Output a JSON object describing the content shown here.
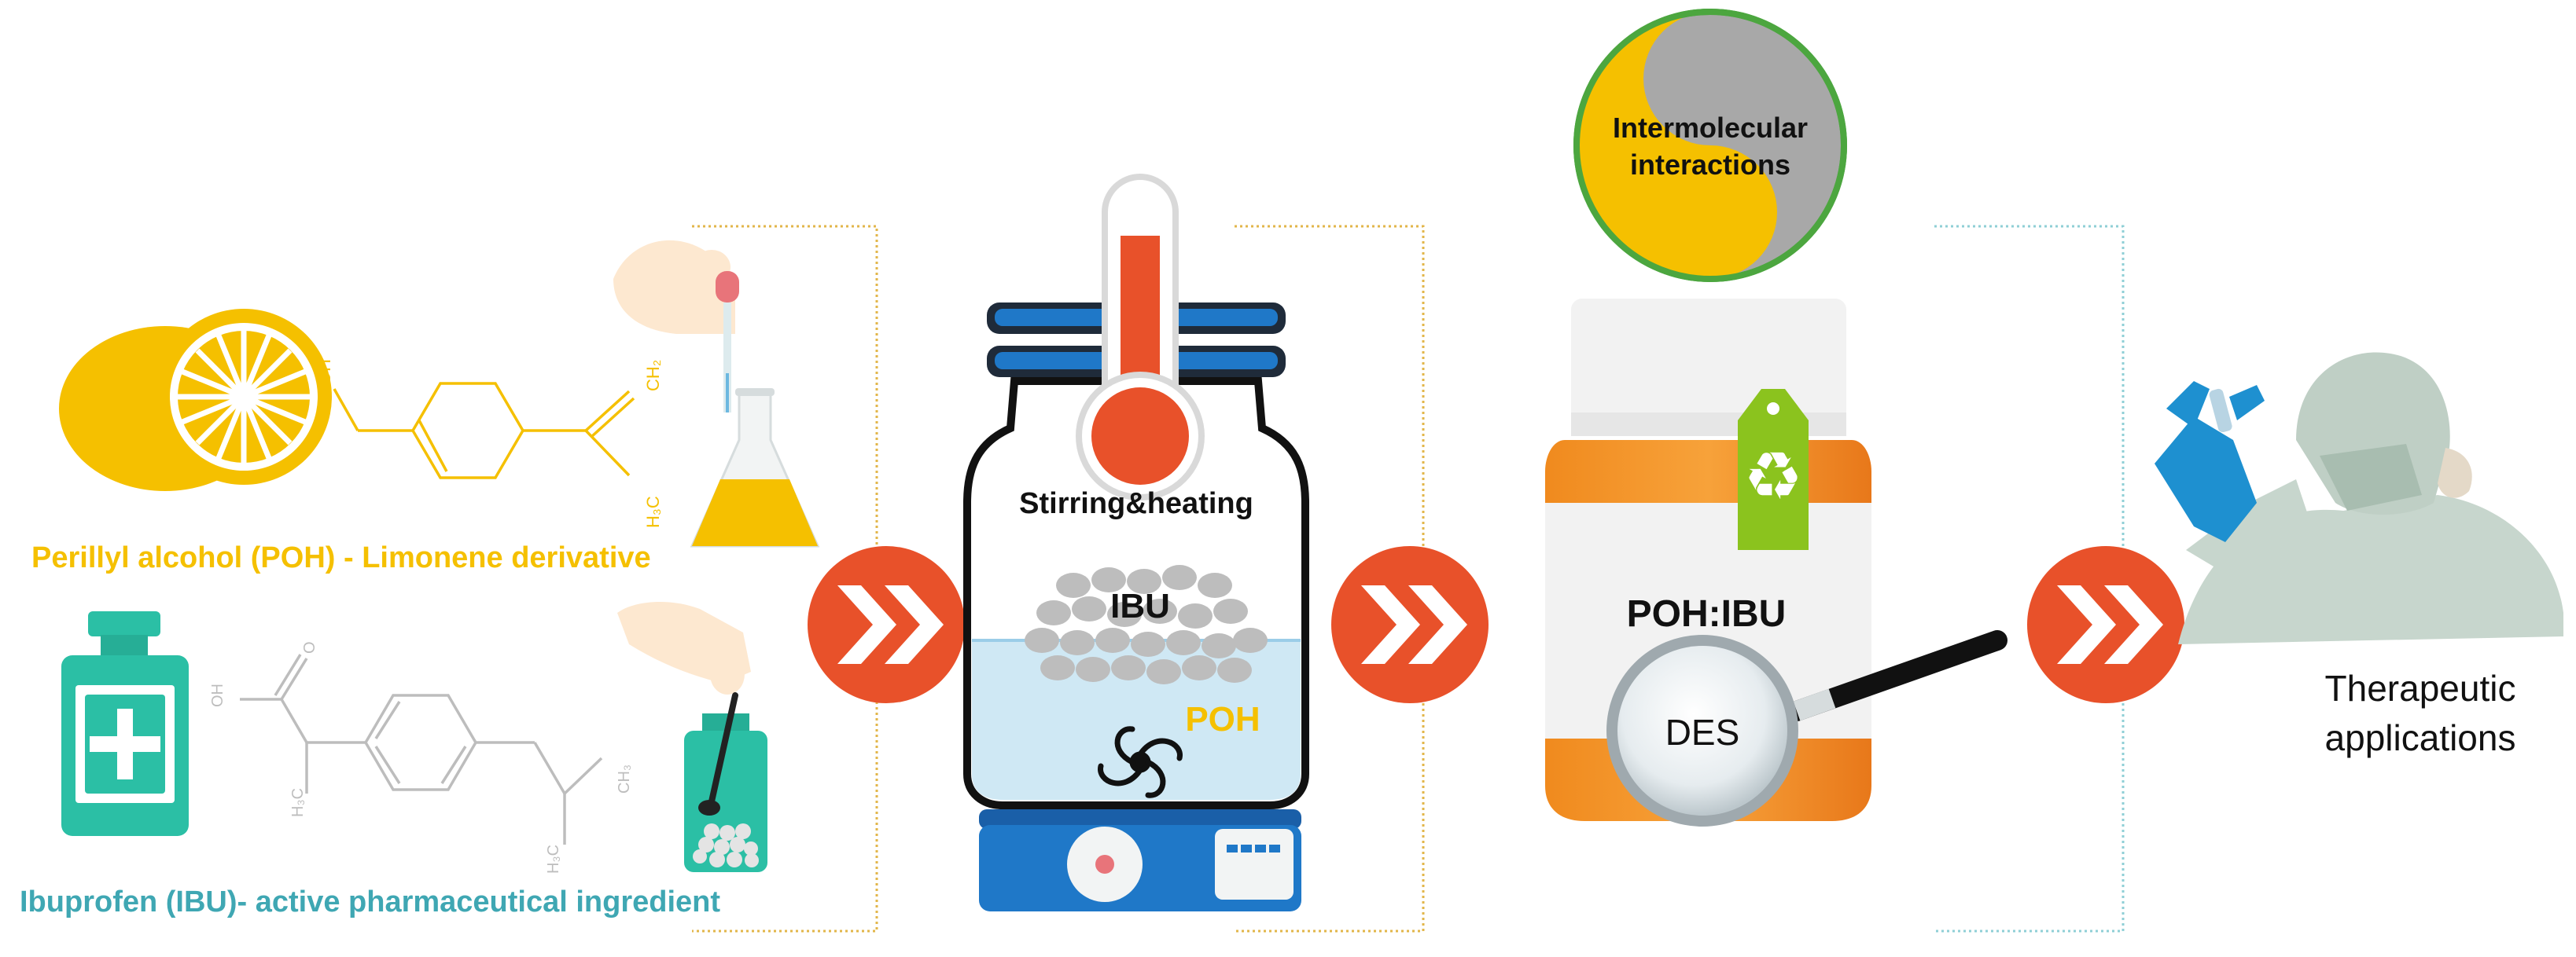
{
  "labels": {
    "poh": "Perillyl alcohol (POH) - Limonene derivative",
    "ibu": "Ibuprofen (IBU)- active pharmaceutical ingredient",
    "stirring": "Stirring&heating",
    "jar_ibu": "IBU",
    "jar_poh": "POH",
    "intermolecular_line1": "Intermolecular",
    "intermolecular_line2": "interactions",
    "poh_ibu": "POH:IBU",
    "des": "DES",
    "therapeutic_line1": "Therapeutic",
    "therapeutic_line2": "applications"
  },
  "molecules": {
    "poh_oh": "OH",
    "poh_ch2": "CH₂",
    "poh_h3c": "H₃C",
    "ibu_oh": "OH",
    "ibu_o": "O",
    "ibu_h3c_a": "H₃C",
    "ibu_h3c_b": "H₃C",
    "ibu_ch3": "CH₃"
  },
  "colors": {
    "yellow": "#F5C000",
    "teal": "#2BBFA5",
    "label_teal": "#3FA7B3",
    "orange_red": "#E8512A",
    "jar_blue": "#1F78C8",
    "gray": "#A8A8A8",
    "green": "#8BC31E"
  },
  "icons": [
    "lemon-icon",
    "dropper-hand-icon",
    "flask-icon",
    "medicine-bottle-icon",
    "spoon-hand-icon",
    "thermometer-icon",
    "stir-bar-icon",
    "hot-plate-icon",
    "recycle-tag-icon",
    "magnifier-icon",
    "scientist-icon",
    "double-chevron-icon"
  ]
}
